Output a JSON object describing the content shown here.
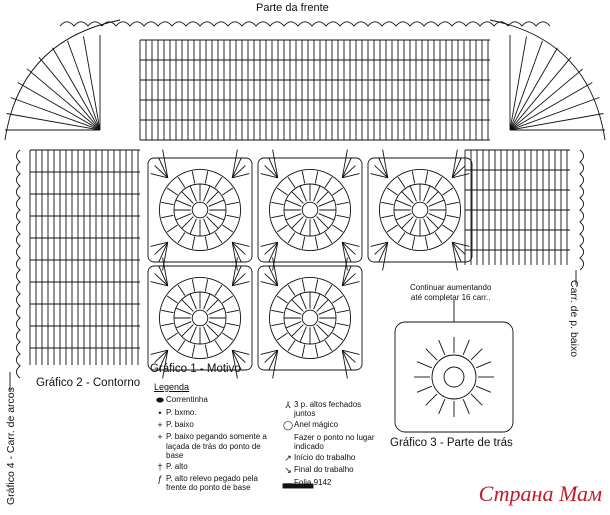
{
  "title": "Parte da frente",
  "right_side_label": "Carr. de p. baixo",
  "left_side_label": "Gráfico 4 - Carr. de arcos",
  "graph1_label": "Gráfico 1 - Motivo",
  "graph2_label": "Gráfico 2 - Contorno",
  "graph3_label": "Gráfico 3 - Parte de trás",
  "continue_note": [
    "Continuar aumentando",
    "até completar 16 carr.."
  ],
  "legend": {
    "title": "Legenda",
    "items": [
      {
        "icon": "chain-icon",
        "symbol": "⬬",
        "text": "Correntinha"
      },
      {
        "icon": "slip-stitch-icon",
        "symbol": "•",
        "text": "P. bxmo."
      },
      {
        "icon": "single-crochet-icon",
        "symbol": "+",
        "text": "P. baixo"
      },
      {
        "icon": "single-crochet-back-loop-icon",
        "symbol": "+",
        "text": "P. baixo pegando somente a laçada de trás do ponto de base"
      },
      {
        "icon": "double-crochet-icon",
        "symbol": "†",
        "text": "P. alto"
      },
      {
        "icon": "front-post-double-crochet-icon",
        "symbol": "ƒ",
        "text": "P. alto relevo pegado pela frente do ponto de base"
      }
    ],
    "items2": [
      {
        "icon": "cluster-icon",
        "symbol": "⅄",
        "text": "3 p. altos fechados juntos"
      },
      {
        "icon": "magic-ring-icon",
        "symbol": "◯",
        "text": "Anel mágico"
      },
      {
        "icon": "work-here-icon",
        "symbol": "",
        "text": "Fazer o ponto no lugar indicado"
      },
      {
        "icon": "start-icon",
        "symbol": "↗",
        "text": "Início do trabalho"
      },
      {
        "icon": "finish-icon",
        "symbol": "↘",
        "text": "Final do trabalho"
      },
      {
        "icon": "page-bar-icon",
        "symbol": "▬",
        "text": "Folia 9142"
      }
    ]
  },
  "watermark": "Страна Мам",
  "colors": {
    "ink": "#111111",
    "watermark": "#c21a2a"
  }
}
